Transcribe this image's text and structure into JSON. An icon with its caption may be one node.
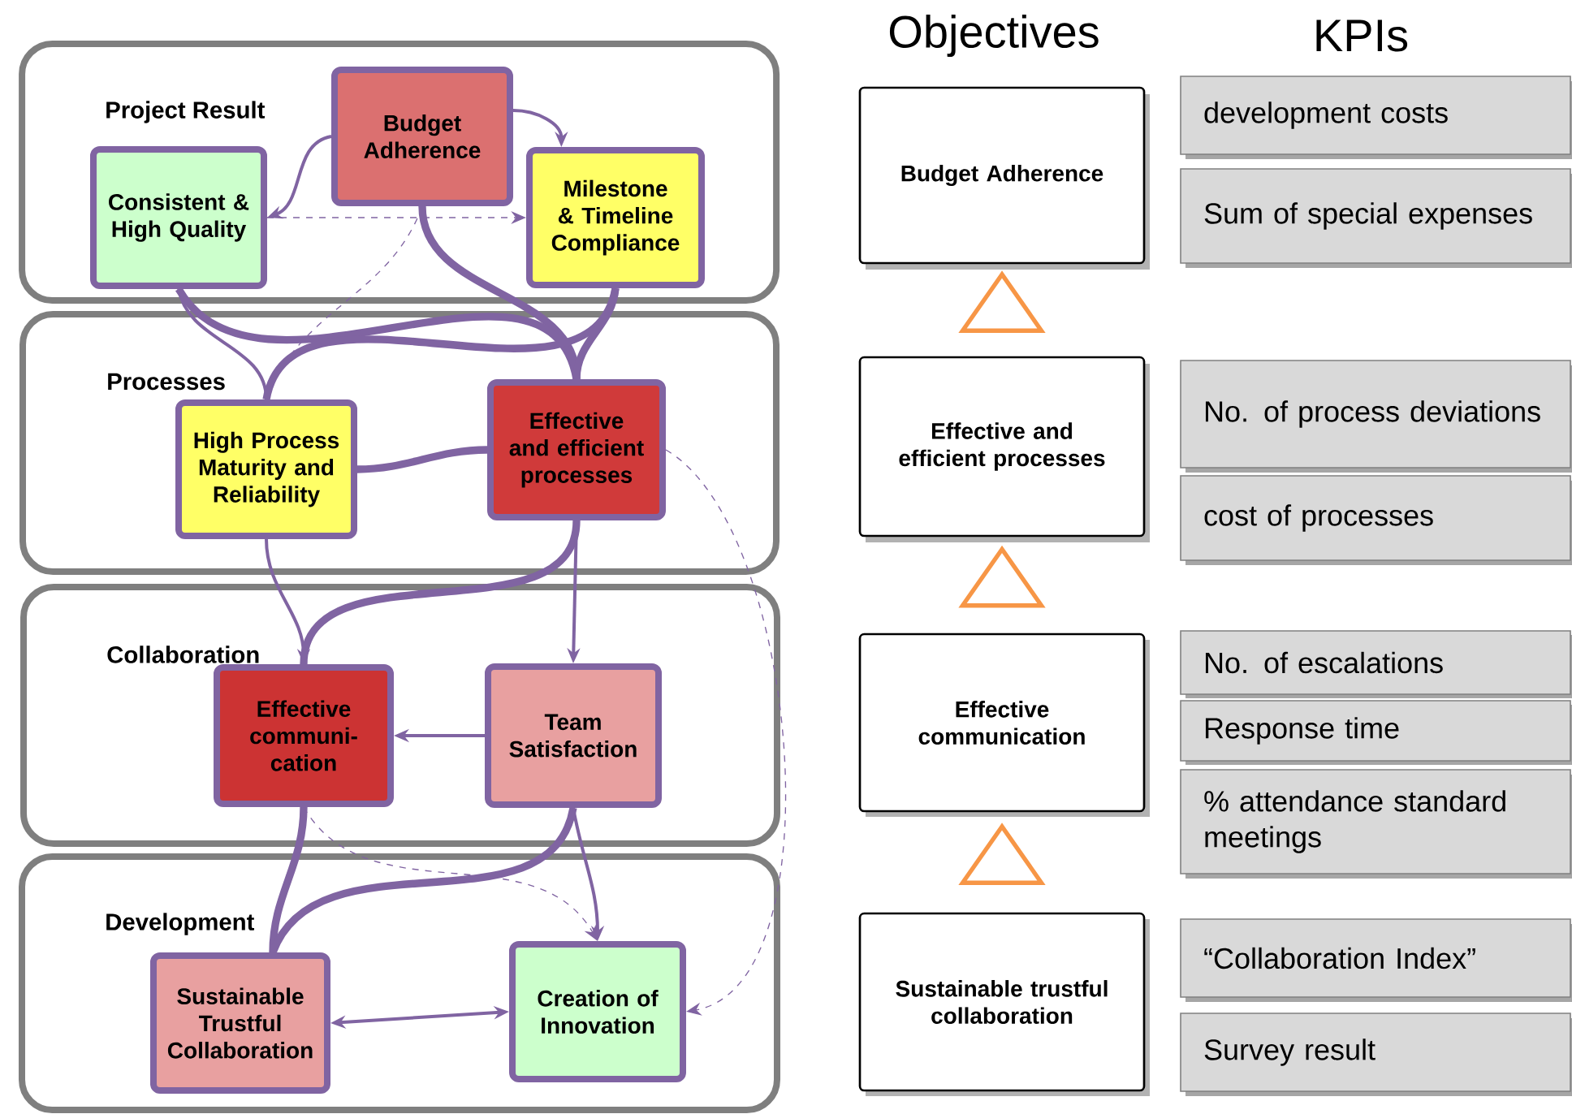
{
  "diagram": {
    "nodes": [
      {
        "text": [
          "Project Result"
        ]
      },
      {
        "text": [
          "Processes"
        ]
      },
      {
        "text": [
          "Collaboration"
        ]
      },
      {
        "text": [
          "Development"
        ]
      },
      {
        "text": [
          "Budget Adherence"
        ],
        "in": 0
      },
      {
        "text": [
          "Consistent & High Quality"
        ],
        "in": 0
      },
      {
        "text": [
          "Milestone & Timeline Compliance"
        ],
        "in": 0
      },
      {
        "text": [
          "High Process Maturity and Reliability"
        ],
        "in": 1
      },
      {
        "text": [
          "Effective and efficient processes"
        ],
        "in": 1
      },
      {
        "text": [
          "Effective communi-cation"
        ],
        "in": 2
      },
      {
        "text": [
          "Team Satisfaction"
        ],
        "in": 2
      },
      {
        "text": [
          "Sustainable Trustful Collaboration"
        ],
        "in": 3
      },
      {
        "text": [
          "Creation of Innovation"
        ],
        "in": 3
      },
      {
        "text": [
          "Budget Adherence"
        ]
      },
      {
        "text": [
          "Effective and efficient processes"
        ]
      },
      {
        "text": [
          "Effective communication"
        ]
      },
      {
        "text": [
          "Sustainable trustful collaboration"
        ]
      },
      {
        "text": [
          "development costs"
        ]
      },
      {
        "text": [
          "Sum of special expenses"
        ]
      },
      {
        "text": [
          "No. of process deviations"
        ]
      },
      {
        "text": [
          "cost of processes"
        ]
      },
      {
        "text": [
          "No. of escalations"
        ]
      },
      {
        "text": [
          "Response time"
        ]
      },
      {
        "text": [
          "% attendance standard meetings"
        ]
      },
      {
        "text": [
          "“Collaboration Index”"
        ]
      },
      {
        "text": [
          "Survey result"
        ]
      }
    ],
    "edges": [
      {
        "from": 4,
        "to": 5,
        "arrow": "to"
      },
      {
        "from": 4,
        "to": 6,
        "arrow": "to"
      },
      {
        "from": 5,
        "to": 6,
        "arrow": "to",
        "style": "dashed"
      },
      {
        "from": 4,
        "to": 7,
        "arrow": "none",
        "style": "dashed"
      },
      {
        "from": 4,
        "to": 8,
        "arrow": "none",
        "style": "thick"
      },
      {
        "from": 5,
        "to": 7,
        "arrow": "none"
      },
      {
        "from": 5,
        "to": 8,
        "arrow": "none",
        "style": "thick"
      },
      {
        "from": 6,
        "to": 7,
        "arrow": "none",
        "style": "thick"
      },
      {
        "from": 6,
        "to": 8,
        "arrow": "none",
        "style": "thick"
      },
      {
        "from": 7,
        "to": 8,
        "arrow": "none",
        "style": "thick"
      },
      {
        "from": 7,
        "to": 9,
        "arrow": "to"
      },
      {
        "from": 8,
        "to": 9,
        "arrow": "none",
        "style": "thick"
      },
      {
        "from": 8,
        "to": 10,
        "arrow": "to"
      },
      {
        "from": 8,
        "to": 12,
        "arrow": "to",
        "style": "dashed"
      },
      {
        "from": 10,
        "to": 9,
        "arrow": "to"
      },
      {
        "from": 9,
        "to": 11,
        "arrow": "none",
        "style": "thick"
      },
      {
        "from": 10,
        "to": 11,
        "arrow": "none",
        "style": "thick"
      },
      {
        "from": 10,
        "to": 12,
        "arrow": "to"
      },
      {
        "from": 9,
        "to": 12,
        "arrow": "to",
        "style": "dashed"
      },
      {
        "from": 11,
        "to": 12,
        "arrow": "both"
      },
      {
        "from": 16,
        "to": 15,
        "arrow": "to",
        "color": "#f79646"
      },
      {
        "from": 15,
        "to": 14,
        "arrow": "to",
        "color": "#f79646"
      },
      {
        "from": 14,
        "to": 13,
        "arrow": "to",
        "color": "#f79646"
      }
    ],
    "labels": [
      "Objectives",
      "KPIs"
    ]
  }
}
